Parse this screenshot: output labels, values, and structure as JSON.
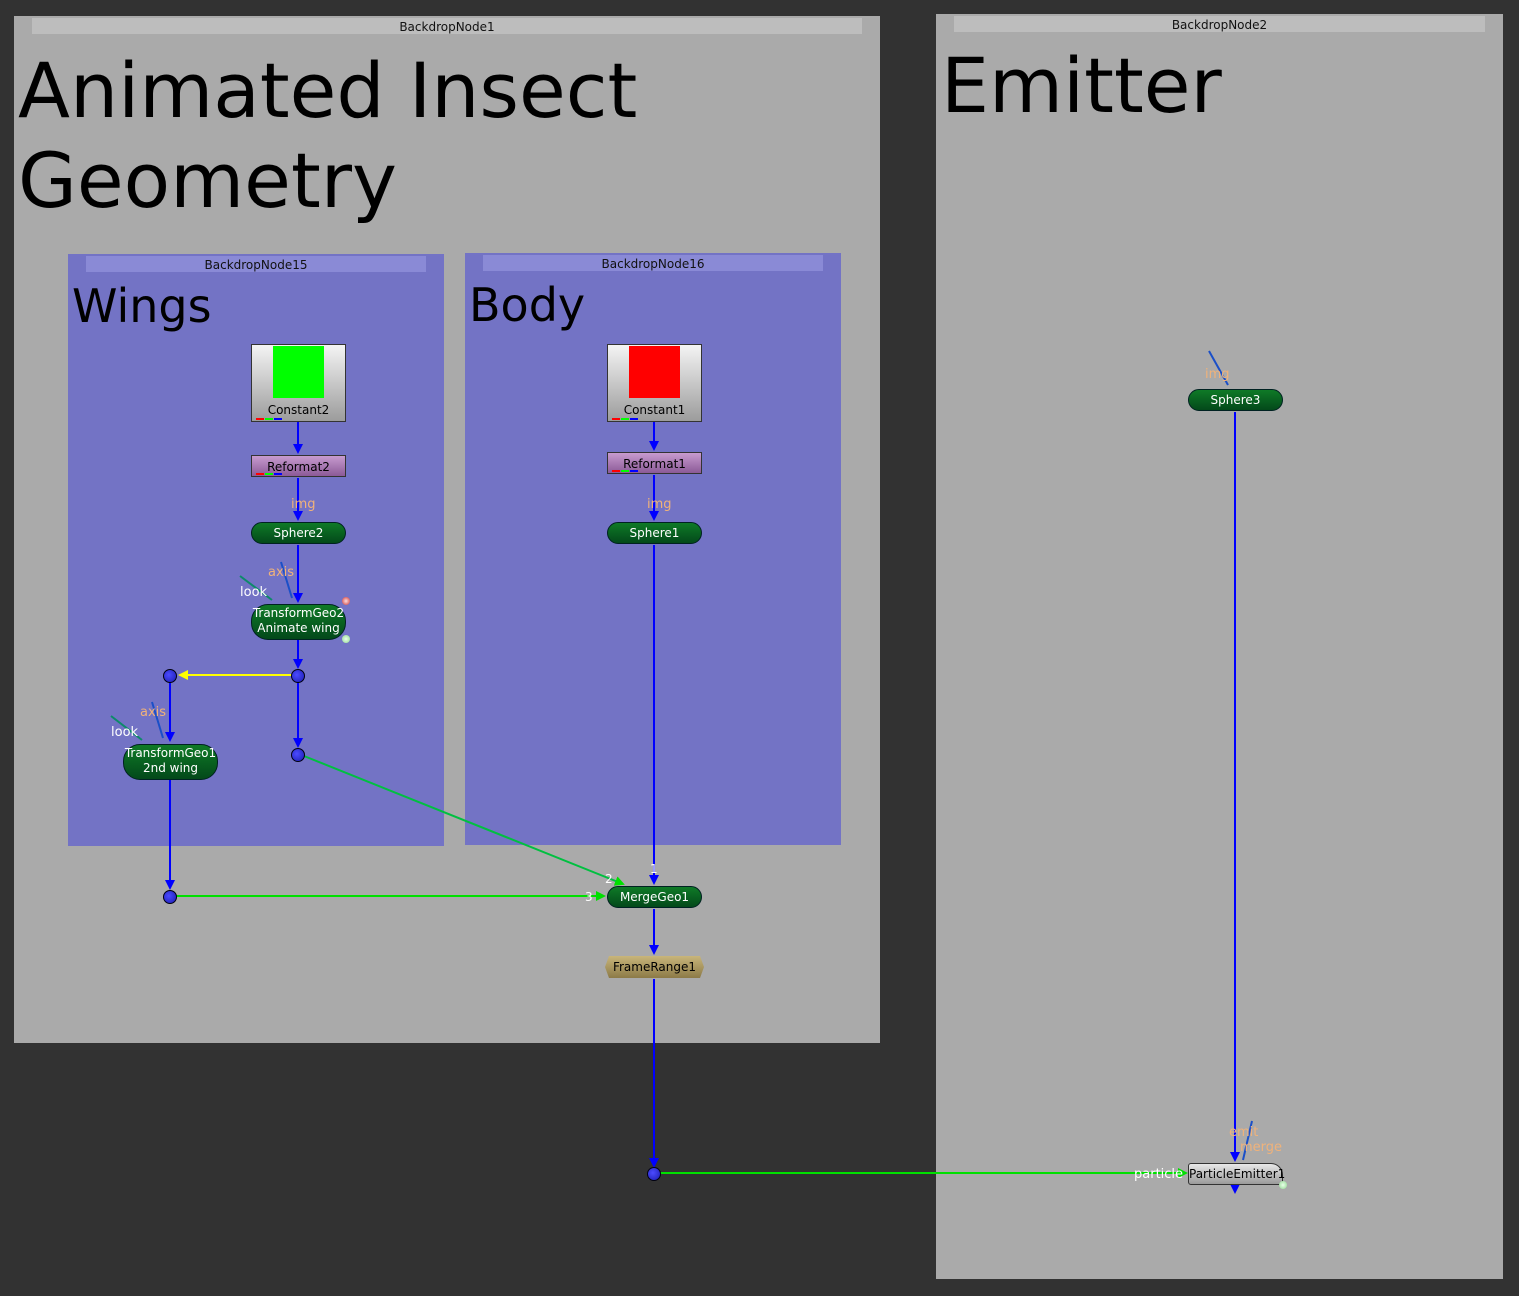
{
  "backdrops": {
    "node1": {
      "title": "BackdropNode1",
      "label": "Animated Insect\nGeometry"
    },
    "node2": {
      "title": "BackdropNode2",
      "label": "Emitter"
    },
    "node15": {
      "title": "BackdropNode15",
      "label": "Wings"
    },
    "node16": {
      "title": "BackdropNode16",
      "label": "Body"
    }
  },
  "nodes": {
    "constant2": "Constant2",
    "constant1": "Constant1",
    "reformat2": "Reformat2",
    "reformat1": "Reformat1",
    "sphere2": "Sphere2",
    "sphere1": "Sphere1",
    "sphere3": "Sphere3",
    "transformgeo2": {
      "line1": "TransformGeo2",
      "line2": "Animate wing"
    },
    "transformgeo1": {
      "line1": "TransformGeo1",
      "line2": "2nd wing"
    },
    "mergegeo1": "MergeGeo1",
    "framerange1": "FrameRange1",
    "particleemitter1": "ParticleEmitter1"
  },
  "input_labels": {
    "img": "img",
    "axis": "axis",
    "look": "look",
    "emit": "emit",
    "merge": "merge",
    "particle": "particle",
    "in1": "1",
    "in2": "2",
    "in3": "3"
  },
  "colors": {
    "background": "#323232",
    "backdrop_grey": "#aaaaaa",
    "backdrop_blue": "#7373c5",
    "constant2_swatch": "#00ff00",
    "constant1_swatch": "#ff0000",
    "pipe": "#0000ff",
    "pipe_green": "#00e000",
    "pipe_yellow": "#ffff00"
  }
}
